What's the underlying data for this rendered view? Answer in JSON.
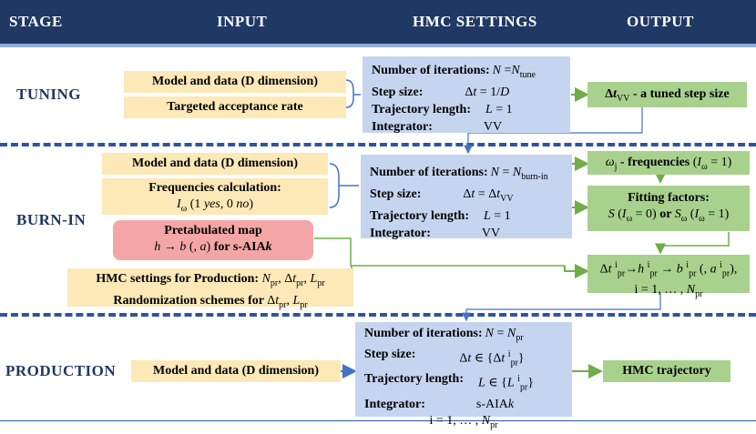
{
  "header": {
    "stage": "STAGE",
    "input": "INPUT",
    "hmc": "HMC SETTINGS",
    "output": "OUTPUT"
  },
  "stages": {
    "tuning": "TUNING",
    "burnin": "BURN-IN",
    "production": "PRODUCTION"
  },
  "tuning": {
    "input1": "Model and data (D dimension)",
    "input2": "Targeted acceptance rate",
    "settings": {
      "iter_label": "Number of iterations:",
      "iter_val": "N =N",
      "step_label": "Step size:",
      "step_val": "Δt = 1/D",
      "traj_label": "Trajectory length:",
      "traj_val": "L = 1",
      "int_label": "Integrator:",
      "int_val": "VV"
    },
    "output": "Δt",
    "output_sub": "VV",
    "output_rest": " - a tuned step size"
  },
  "burnin": {
    "input1": "Model and data (D dimension)",
    "freq_title": "Frequencies calculation:",
    "freq_detail": "Iω (1 yes, 0 no)",
    "map_title": "Pretabulated map",
    "map_detail": "h → b (, a) for s-AIAk",
    "prod_line1": "HMC settings for Production: Npr, Δtpr, Lpr",
    "prod_line2": "Randomization schemes for Δtpr, Lpr",
    "settings": {
      "iter_label": "Number of iterations:",
      "iter_val": "N = N",
      "step_label": "Step size:",
      "step_val": "Δt = Δt",
      "traj_label": "Trajectory length:",
      "traj_val": "L = 1",
      "int_label": "Integrator:",
      "int_val": "VV"
    },
    "out_freq": "ωj - frequencies (Iω = 1)",
    "fit_title": "Fitting factors:",
    "fit_detail": "S (Iω = 0) or Sω (Iω = 1)",
    "out_map": "Δt ipr → h ipr → b ipr (, a ipr),",
    "out_map2": "i = 1, … , Npr"
  },
  "production": {
    "input": "Model and data (D dimension)",
    "settings": {
      "iter_label": "Number of iterations:",
      "iter_val": "N = N",
      "step_label": "Step size:",
      "step_val": "Δt ∈ {Δt }",
      "traj_label": "Trajectory length:",
      "traj_val": "L ∈ {L }",
      "int_label": "Integrator:",
      "int_val": "s-AIAk",
      "range": "i = 1, … , N"
    },
    "output": "HMC trajectory"
  },
  "colors": {
    "header": "#1f3864",
    "input": "#fde9b8",
    "settings": "#c5d5f0",
    "output": "#a9d18e",
    "map": "#f4a6a6",
    "dash": "#2e54a1"
  }
}
